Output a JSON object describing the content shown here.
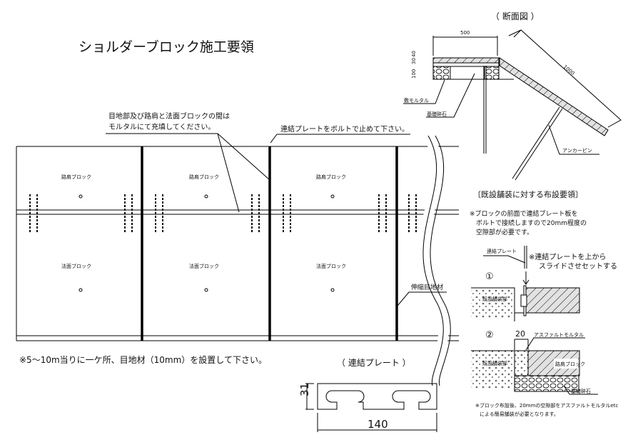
{
  "title": "ショルダーブロック施工要領",
  "plan": {
    "shoulder_block_label": "路肩ブロック",
    "slope_block_label": "法面ブロック",
    "note_mortar_line1": "目地部及び路肩と法面ブロックの間は",
    "note_mortar_line2": "モルタルにて充填してください。",
    "note_plate": "連結プレートをボルトで止めて下さい。",
    "expansion_joint": "伸縮目地材",
    "bottom_note": "※5～10m当りに一ケ所、目地材（10mm）を設置して下さい。"
  },
  "plate": {
    "title": "（ 連結プレート ）",
    "height_dim": "31",
    "width_dim": "140"
  },
  "section": {
    "title": "（ 断面図 ）",
    "width_dim": "500",
    "dims": [
      "40",
      "30",
      "100"
    ],
    "slope_dim": "1000",
    "mortar_label": "敷モルタル",
    "gravel_label": "基礎砕石",
    "anchor_label": "アンカーピン"
  },
  "existing": {
    "title": "〔既設舗装に対する布設要領〕",
    "note_lines": [
      "※ブロックの前面で連結プレート板を",
      "ボルトで接続しますので20mm程度の",
      "空隙部が必要です。"
    ],
    "plate_label": "連結プレート",
    "slide_note_lines": [
      "※連結プレートを上から",
      "スライドさせセットする"
    ],
    "step1": "①",
    "step2": "②",
    "gap_dim": "20",
    "asphalt_label": "アスファルトモルタル",
    "existing_pavement": "既設舗装部",
    "shoulder_block": "路肩ブロック",
    "gravel": "基礎砕石",
    "final_note_lines": [
      "※ブロック布設後、20mmの空隙部をアスファルトモルタルetc",
      "による簡易舗装が必要となります。"
    ]
  }
}
